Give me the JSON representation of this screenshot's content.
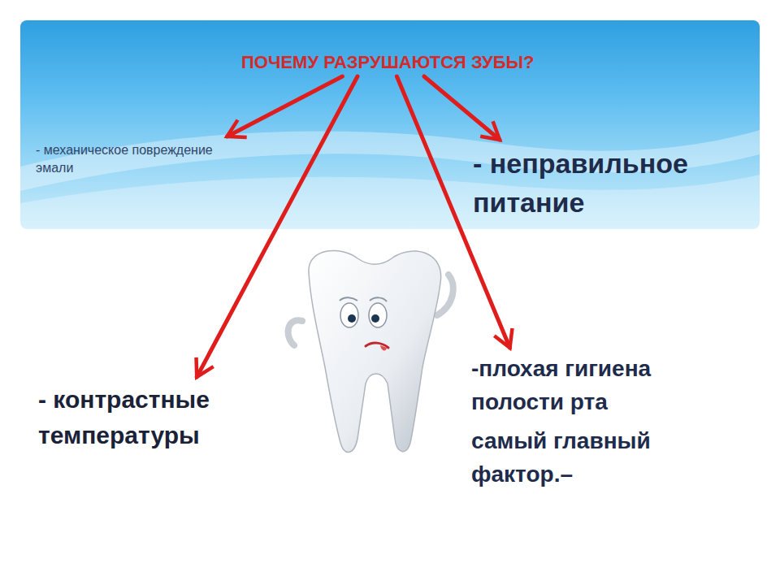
{
  "diagram": {
    "nodes": [
      {
        "text": [
          "ПОЧЕМУ РАЗРУШАЮТСЯ ЗУБЫ?"
        ]
      },
      {
        "text": [
          "- механическое повреждение эмали"
        ]
      },
      {
        "text": [
          "- неправильное питание"
        ]
      },
      {
        "text": [
          "- контрастные температуры"
        ]
      },
      {
        "text": [
          "-плохая гигиена полости рта",
          "самый главный фактор.–"
        ]
      }
    ],
    "edges": [
      {
        "from": 0,
        "to": 1,
        "arrow": "to"
      },
      {
        "from": 0,
        "to": 2,
        "arrow": "to"
      },
      {
        "from": 0,
        "to": 3,
        "arrow": "to"
      },
      {
        "from": 0,
        "to": 4,
        "arrow": "to"
      }
    ]
  }
}
